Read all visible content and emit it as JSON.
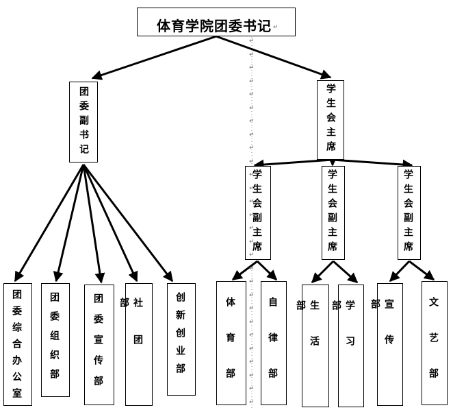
{
  "title": "体育学院团委书记",
  "paragraph_mark": "↵",
  "left_branch": {
    "deputy": "团委副书记",
    "departments": [
      "团委综合办公室",
      "团委组织部",
      "团委宣传部",
      "社团部",
      "创新创业部"
    ]
  },
  "right_branch": {
    "chair": "学生会主席",
    "vice_chairs": [
      {
        "label": "学生会副主席",
        "departments": [
          "体育部",
          "自律部"
        ]
      },
      {
        "label": "学生会副主席",
        "departments": [
          "生活部",
          "学习部"
        ]
      },
      {
        "label": "学生会副主席",
        "departments": [
          "宣传部",
          "文艺部"
        ]
      }
    ]
  },
  "colors": {
    "line": "#000000",
    "box_border": "#000000",
    "guide": "#8c8c8c",
    "mark": "#6b6b6b"
  }
}
